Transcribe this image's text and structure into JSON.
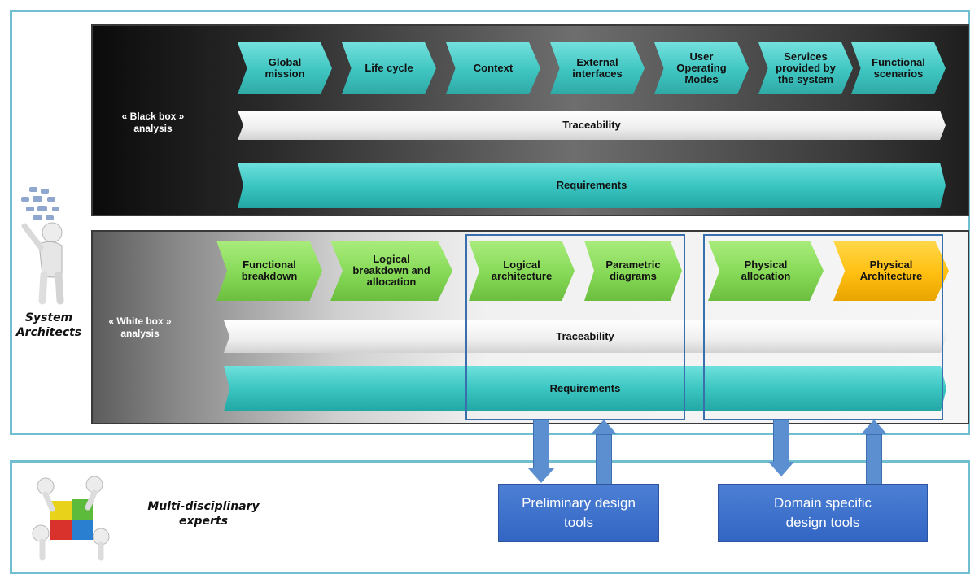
{
  "black_box": {
    "label": "« Black box »\nanalysis",
    "steps": [
      "Global\nmission",
      "Life cycle",
      "Context",
      "External\ninterfaces",
      "User\nOperating\nModes",
      "Services\nprovided by\nthe system",
      "Functional\nscenarios"
    ],
    "traceability": "Traceability",
    "requirements": "Requirements"
  },
  "white_box": {
    "label": "« White box »\nanalysis",
    "steps": [
      "Functional\nbreakdown",
      "Logical\nbreakdown and\nallocation",
      "Logical\narchitecture",
      "Parametric\ndiagrams",
      "Physical\nallocation",
      "Physical\nArchitecture"
    ],
    "traceability": "Traceability",
    "requirements": "Requirements"
  },
  "roles": {
    "system_architects": "System\nArchitects",
    "experts": "Multi-disciplinary\nexperts"
  },
  "tools": {
    "preliminary": "Preliminary design\ntools",
    "domain": "Domain specific\ndesign tools"
  },
  "colors": {
    "frame": "#6fbfd0",
    "teal": "#3fc5c1",
    "green": "#86d957",
    "orange": "#ffbf10",
    "tool_blue": "#3366c4",
    "group_border": "#3a6fad"
  }
}
